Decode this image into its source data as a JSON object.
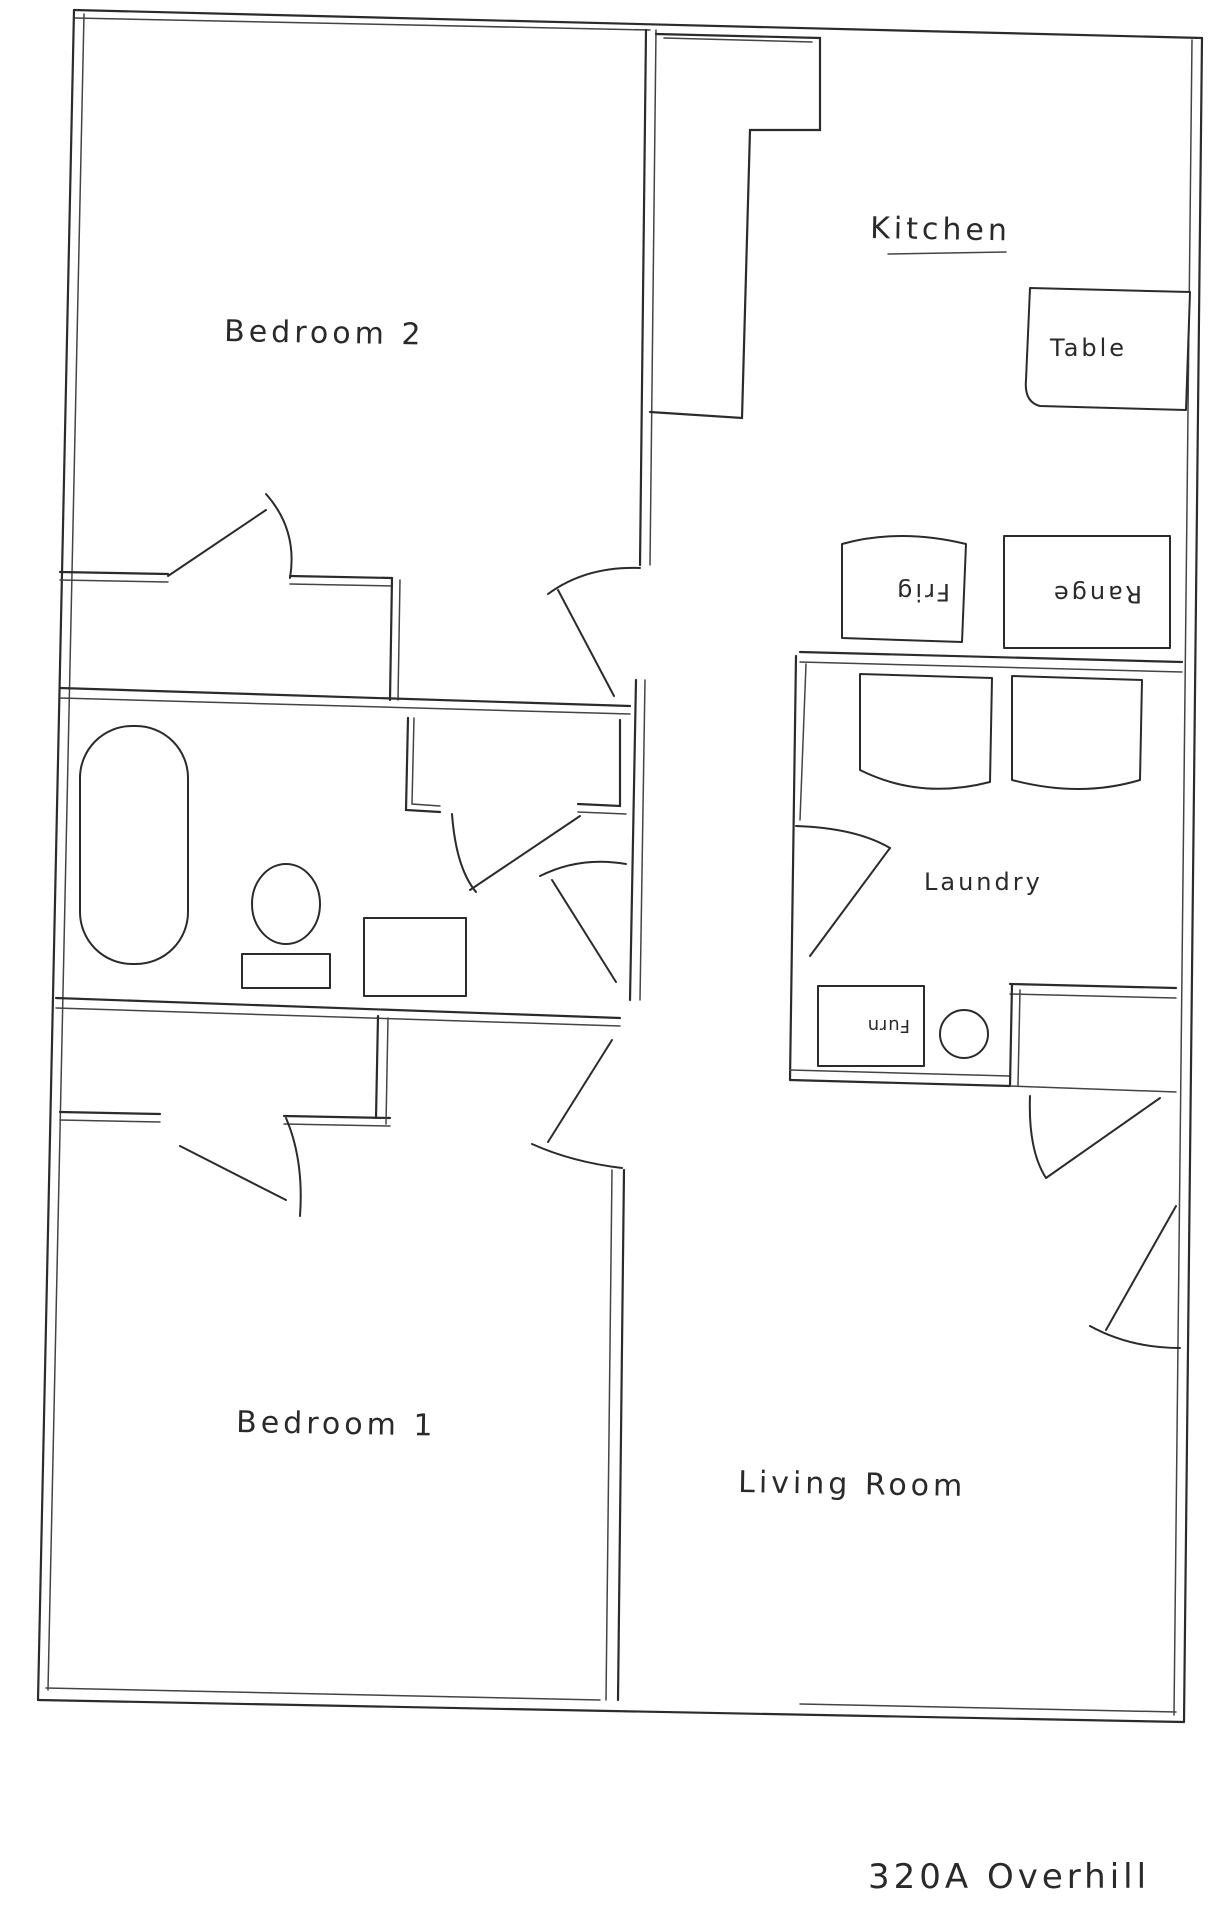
{
  "rooms": {
    "bedroom_2": "Bedroom 2",
    "bedroom_1": "Bedroom 1",
    "kitchen": "Kitchen",
    "laundry": "Laundry",
    "living_room": "Living Room"
  },
  "fixtures": {
    "table": "Table",
    "frig": "Frig",
    "range": "Range",
    "furn": "Furn"
  },
  "address": "320A Overhill"
}
